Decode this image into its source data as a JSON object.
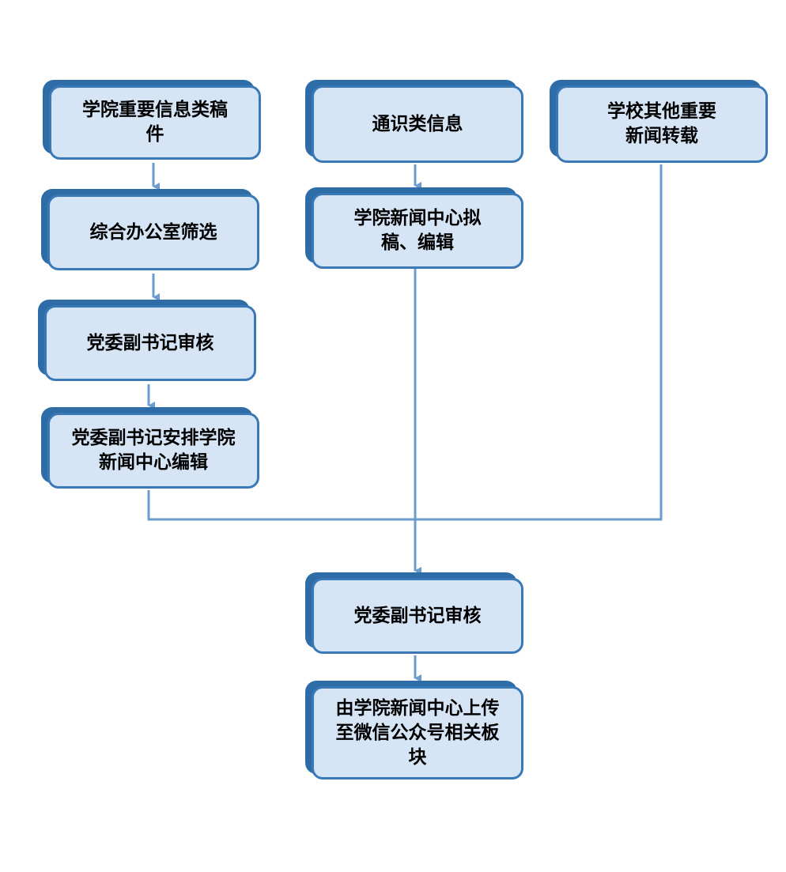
{
  "nodes": {
    "college_important_news": "学院重要信息类稿件",
    "general_news": "通识类信息",
    "school_news_repost": "学校其他重要新闻转载",
    "office_screening": "综合办公室筛选",
    "news_center_drafting": "学院新闻中心拟稿、编辑",
    "secretary_review_1": "党委副书记审核",
    "secretary_assign": "党委副书记安排学院新闻中心编辑",
    "secretary_review_2": "党委副书记审核",
    "upload_wechat": "由学院新闻中心上传至微信公众号相关板块"
  },
  "colors": {
    "box_fill": "#d6e5f5",
    "box_border": "#3a79b6",
    "box_shadow": "#2e6ca8",
    "connector": "#6b9ccd"
  }
}
